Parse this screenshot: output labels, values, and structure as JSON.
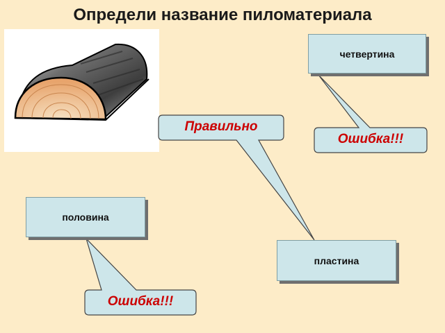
{
  "slide": {
    "title": "Определи название пиломатериала",
    "options": {
      "chetvertina": "четвертина",
      "polovina": "половина",
      "plastina": "пластина"
    },
    "feedback": {
      "correct": "Правильно",
      "error_top": "Ошибка!!!",
      "error_bottom": "Ошибка!!!"
    },
    "colors": {
      "background": "#fdecc8",
      "box_fill": "#cde6ea",
      "feedback_text": "#cc0000"
    },
    "image_icon": "half-log-icon"
  }
}
